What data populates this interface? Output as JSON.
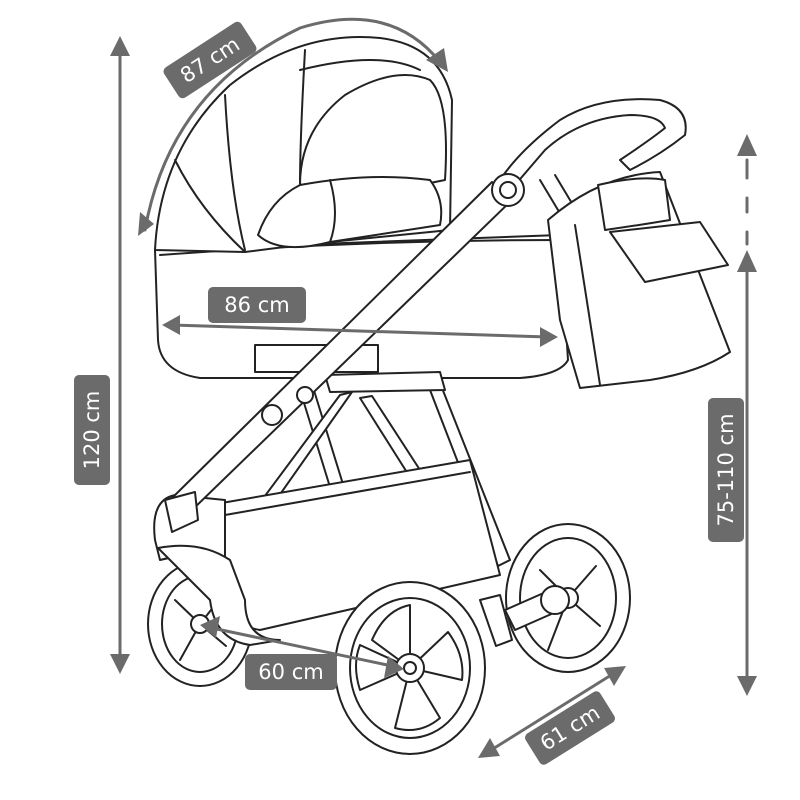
{
  "dimensions": {
    "canopy_arc": "87 cm",
    "carrycot_length": "86 cm",
    "total_height": "120 cm",
    "handle_height": "75-110 cm",
    "wheelbase": "60 cm",
    "width": "61 cm"
  },
  "colors": {
    "dimension_gray": "#6b6b6b",
    "outline": "#222222"
  },
  "icons": [
    "stroller-drawing",
    "arrow-icon"
  ]
}
